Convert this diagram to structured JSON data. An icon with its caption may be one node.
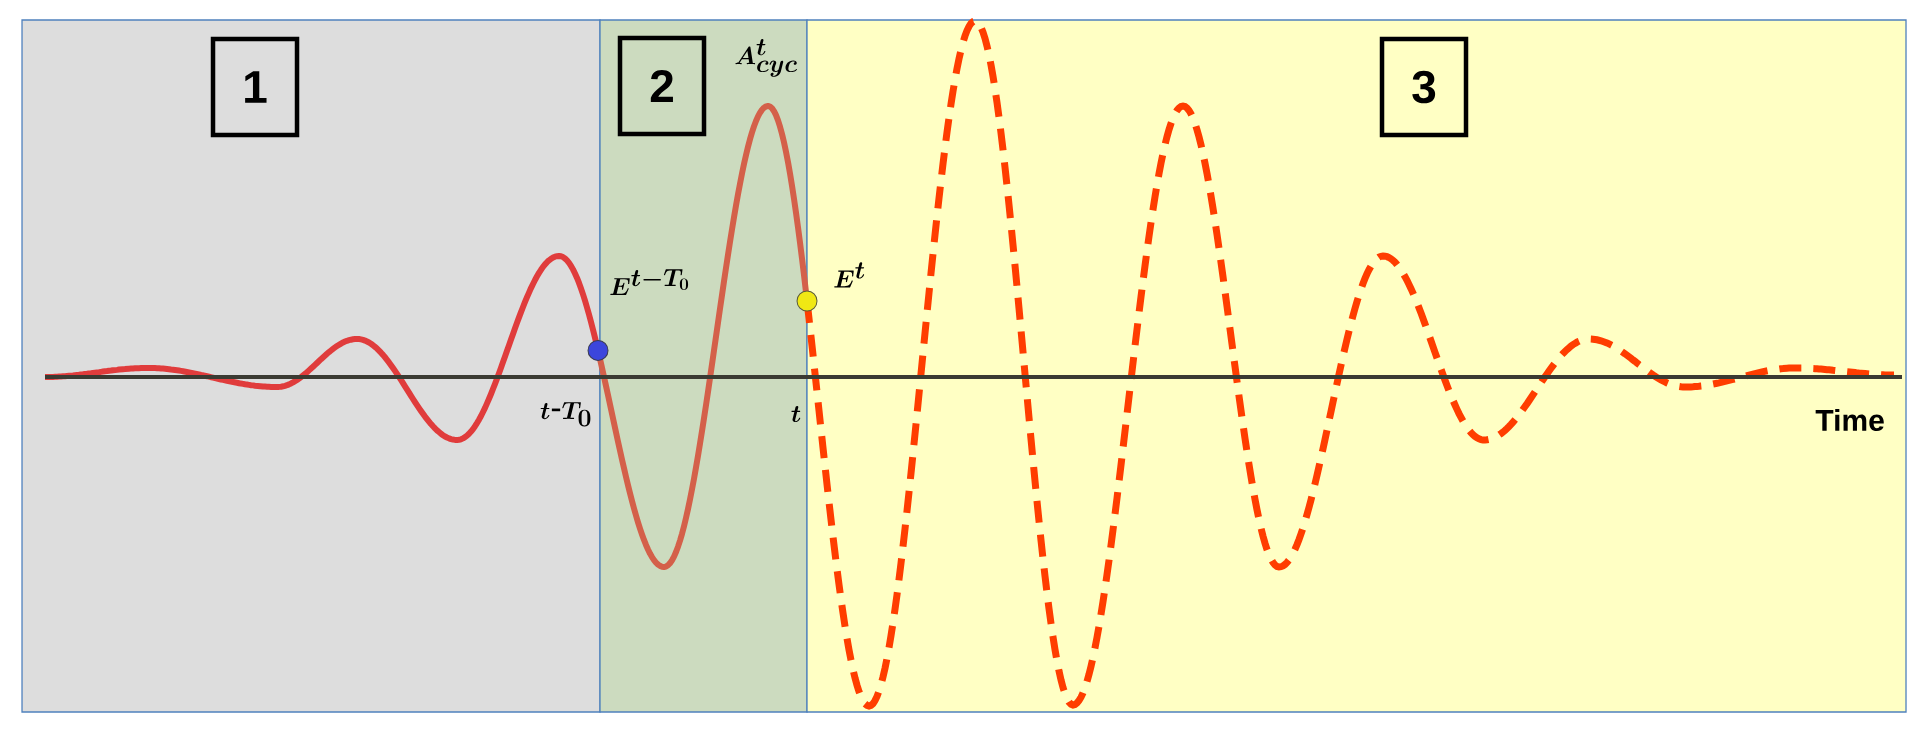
{
  "diagram": {
    "nodes": [
      {
        "text": [
          "1"
        ]
      },
      {
        "text": [
          "2"
        ]
      },
      {
        "text": [
          "3"
        ]
      }
    ],
    "labels": [
      "A^{t}_{cyc}",
      "E^{t-T_{0}}",
      "E^{t}",
      "t\\text{-}T_{0}",
      "t",
      "Time"
    ]
  }
}
